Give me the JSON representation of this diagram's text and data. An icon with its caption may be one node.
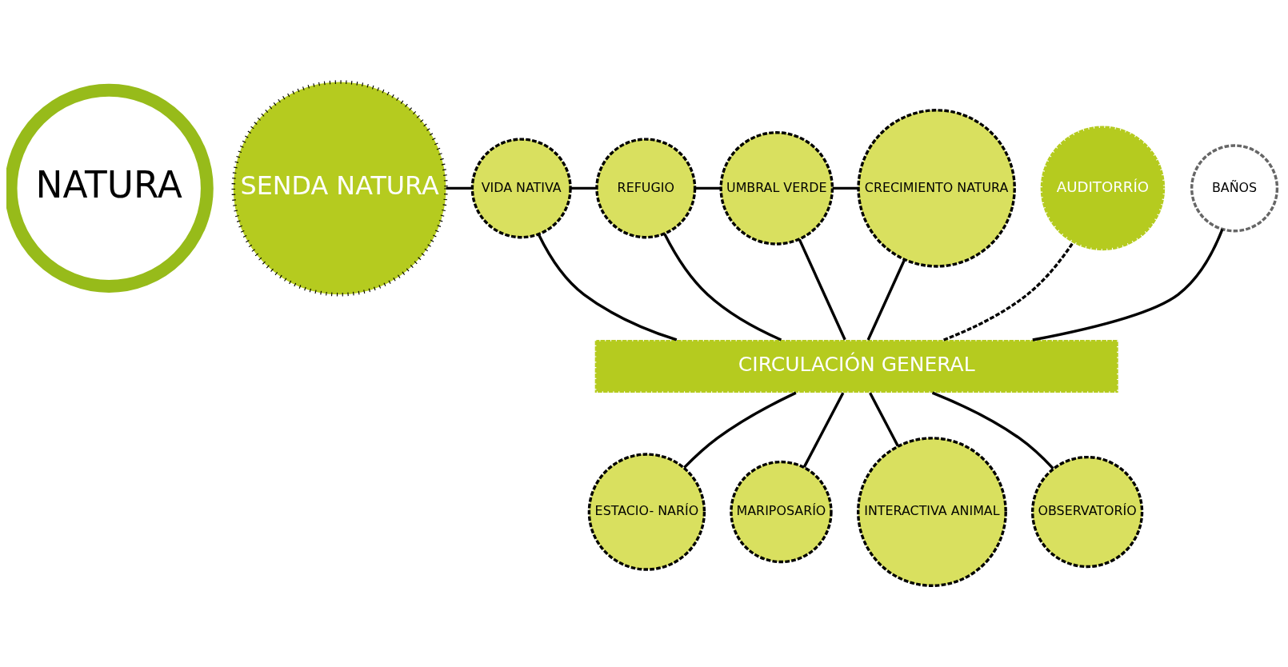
{
  "diagram": {
    "nodes": [
      {
        "text": [
          "NATURA"
        ]
      },
      {
        "text": [
          "SENDA NATURA"
        ]
      },
      {
        "text": [
          "VIDA NATIVA"
        ]
      },
      {
        "text": [
          "REFUGIO"
        ]
      },
      {
        "text": [
          "UMBRAL VERDE"
        ]
      },
      {
        "text": [
          "CRECIMIENTO NATURA"
        ]
      },
      {
        "text": [
          "CIRCULACIÓN GENERAL"
        ]
      },
      {
        "text": [
          "BAÑOS"
        ]
      },
      {
        "text": [
          "ESTACIO- NARÍO"
        ]
      },
      {
        "text": [
          "MARIPOSARÍO"
        ]
      },
      {
        "text": [
          "INTERACTIVA ANIMAL"
        ]
      },
      {
        "text": [
          "OBSERVATORÍO"
        ]
      },
      {
        "text": [
          "AUDITORRÍO"
        ]
      }
    ],
    "edges": [
      {
        "from": 1,
        "to": 2,
        "arrow": "none"
      },
      {
        "from": 2,
        "to": 3,
        "arrow": "none"
      },
      {
        "from": 3,
        "to": 4,
        "arrow": "none"
      },
      {
        "from": 4,
        "to": 5,
        "arrow": "none"
      },
      {
        "from": 2,
        "to": 6,
        "arrow": "none"
      },
      {
        "from": 3,
        "to": 6,
        "arrow": "none"
      },
      {
        "from": 4,
        "to": 6,
        "arrow": "none"
      },
      {
        "from": 5,
        "to": 6,
        "arrow": "none"
      },
      {
        "from": 7,
        "to": 6,
        "arrow": "none"
      },
      {
        "from": 6,
        "to": 8,
        "arrow": "none"
      },
      {
        "from": 6,
        "to": 9,
        "arrow": "none"
      },
      {
        "from": 6,
        "to": 10,
        "arrow": "none"
      },
      {
        "from": 6,
        "to": 11,
        "arrow": "none"
      },
      {
        "from": 6,
        "to": 12,
        "arrow": "none",
        "style": "dashed"
      }
    ]
  }
}
